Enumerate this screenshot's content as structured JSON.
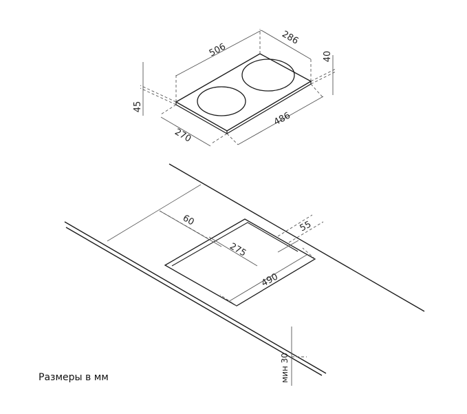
{
  "caption": "Размеры в мм",
  "hob": {
    "width_top": "506",
    "depth_top": "286",
    "height_total": "40",
    "glass_height": "45",
    "depth_bottom": "270",
    "width_bottom": "486"
  },
  "cutout": {
    "front_offset": "60",
    "side_offset": "55",
    "depth": "275",
    "width": "490",
    "min_thickness": "мин 30"
  },
  "colors": {
    "line": "#1a1a1a",
    "dim": "#555555",
    "hob_fill": "#ffffff"
  }
}
